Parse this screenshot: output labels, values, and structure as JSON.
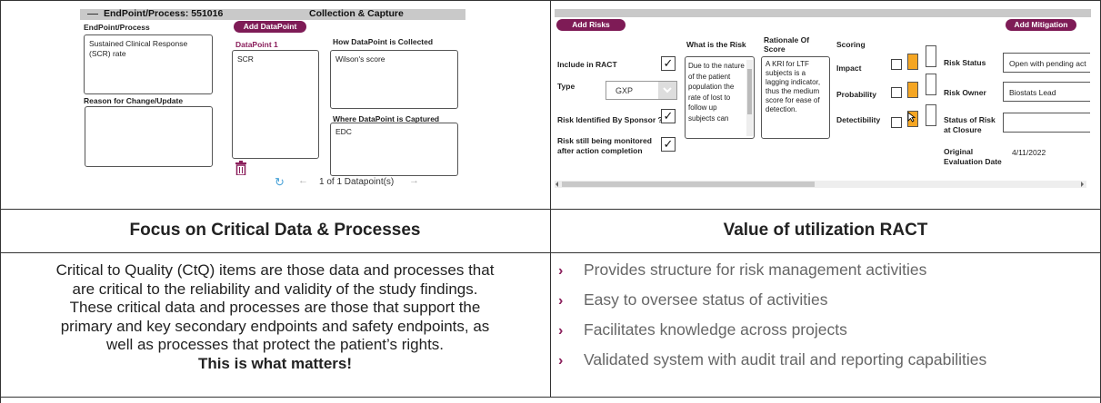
{
  "left_panel": {
    "title": "EndPoint/Process: 551016",
    "section": "Collection & Capture",
    "endpoint_label": "EndPoint/Process",
    "endpoint_value": "Sustained Clinical Response (SCR) rate",
    "reason_label": "Reason for Change/Update",
    "add_datapoint": "Add DataPoint",
    "datapoint_label": "DataPoint 1",
    "datapoint_value": "SCR",
    "how_label": "How DataPoint is Collected",
    "how_value": "Wilson's score",
    "where_label": "Where DataPoint is Captured",
    "where_value": "EDC",
    "pager": "1 of 1 Datapoint(s)"
  },
  "right_panel": {
    "add_risks": "Add Risks",
    "add_mitigation": "Add Mitigation",
    "include_label": "Include in RACT",
    "type_label": "Type",
    "type_value": "GXP",
    "identified_label": "Risk Identified By Sponsor ?",
    "monitored_label": "Risk still being monitored after action completion",
    "what_label": "What is the Risk",
    "what_value": "Due to the nature of the patient population the rate of lost to follow up subjects can",
    "rationale_label": "Rationale Of Score",
    "rationale_value": "A KRI for LTF subjects is a lagging indicator, thus the medium score for ease of detection.",
    "scoring_label": "Scoring",
    "impact_label": "Impact",
    "probability_label": "Probability",
    "detectibility_label": "Detectibility",
    "risk_status_label": "Risk Status",
    "risk_status_value": "Open with pending act",
    "risk_owner_label": "Risk Owner",
    "risk_owner_value": "Biostats Lead",
    "status_closure_label": "Status of Risk at Closure",
    "original_eval_label": "Original Evaluation Date",
    "original_eval_value": "4/11/2022",
    "check_mark": "✓"
  },
  "headings": {
    "left": "Focus on Critical Data & Processes",
    "right": "Value of utilization RACT"
  },
  "left_text": {
    "line1": "Critical to Quality (CtQ) items are those data and processes that",
    "line2": "are critical to the reliability and validity of the study findings.",
    "line3": "These critical data and processes are those that support the",
    "line4": "primary and key secondary endpoints and safety endpoints, as",
    "line5": "well as processes that protect the patient’s rights.",
    "emphasis": "This is what matters!"
  },
  "bullets": [
    "Provides structure for risk management activities",
    "Easy to oversee status of activities",
    "Facilitates knowledge across projects",
    "Validated system with audit trail and reporting capabilities"
  ],
  "icons": {
    "bullet": "›",
    "refresh": "↻",
    "prev": "←",
    "next": "→"
  },
  "colors": {
    "accent": "#7e1b56",
    "orange": "#f5a623"
  }
}
